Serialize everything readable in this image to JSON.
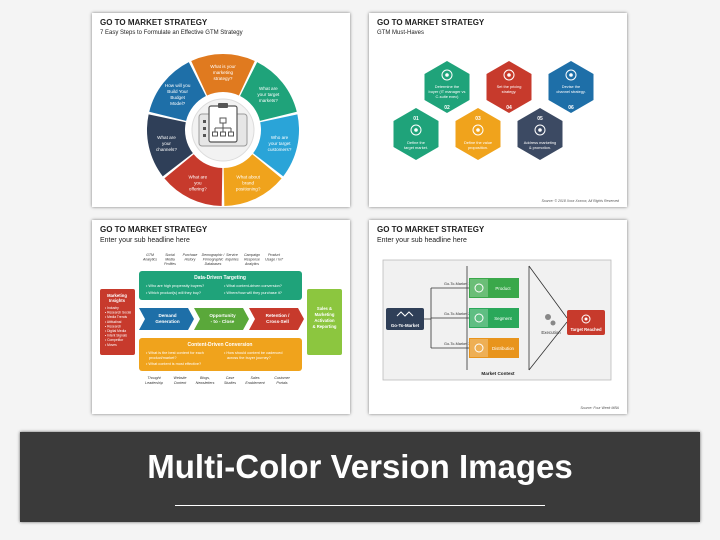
{
  "slides": [
    {
      "title": "GO TO MARKET STRATEGY",
      "subtitle": "7 Easy Steps to Formulate an Effective GTM Strategy",
      "segments": [
        {
          "l1": "What is your",
          "l2": "marketing",
          "l3": "strategy?",
          "color": "#e07a1f"
        },
        {
          "l1": "What are",
          "l2": "your target",
          "l3": "markets?",
          "color": "#1fa37a"
        },
        {
          "l1": "Who are",
          "l2": "your target",
          "l3": "customers?",
          "color": "#2aa4d8"
        },
        {
          "l1": "What about",
          "l2": "brand",
          "l3": "positioning?",
          "color": "#f0a31c"
        },
        {
          "l1": "What are",
          "l2": "you",
          "l3": "offering?",
          "color": "#c73a2c"
        },
        {
          "l1": "What are",
          "l2": "your",
          "l3": "channels?",
          "color": "#2f3f58"
        },
        {
          "l1": "How will you",
          "l2": "Build Your",
          "l3": "Budget",
          "l4": "Model?",
          "color": "#1e6fa8"
        }
      ]
    },
    {
      "title": "GTM Must-Haves",
      "header": "GO TO MARKET STRATEGY",
      "source": "Source: © 2018 Xxxx Xxxxxx, All Rights Reserved",
      "hexes": [
        {
          "num": "01",
          "l1": "Define the",
          "l2": "target market.",
          "color": "#1fa37a"
        },
        {
          "num": "02",
          "l1": "Determine the",
          "l2": "buyer (IT manager vs",
          "l3": "C-suite exec)",
          "color": "#1fa37a"
        },
        {
          "num": "03",
          "l1": "Define the value",
          "l2": "proposition.",
          "color": "#f0a31c"
        },
        {
          "num": "04",
          "l1": "Set the pricing",
          "l2": "strategy.",
          "color": "#c73a2c"
        },
        {
          "num": "05",
          "l1": "Address marketing",
          "l2": "& promotion.",
          "color": "#3c4a63"
        },
        {
          "num": "06",
          "l1": "Devise the",
          "l2": "channel strategy.",
          "color": "#1e6fa8"
        }
      ]
    },
    {
      "title": "GO TO MARKET STRATEGY",
      "subtitle": "Enter your sub headline here",
      "top_labels": [
        [
          "GTM",
          "Analytics"
        ],
        [
          "Social",
          "Media",
          "Profiles"
        ],
        [
          "Purchase",
          "History"
        ],
        [
          "Demographic /",
          "Firmographic",
          "Databases"
        ],
        [
          "Service",
          "Inquiries"
        ],
        [
          "Campaign",
          "Response",
          "Analytics"
        ],
        [
          "Product",
          "Usage / IoT"
        ]
      ],
      "insights": {
        "title1": "Marketing",
        "title2": "Insights",
        "items": [
          "Industry",
          "Research Social",
          "Media Trends",
          "Attitudinal",
          "Research",
          "Digital Media",
          "Intent Signals",
          "Competitor",
          "Moves"
        ]
      },
      "ddt": {
        "title": "Data-Driven Targeting",
        "q1": "Who are high propensity buyers?",
        "q2": "Which product(s) will they buy?",
        "q3": "What content-driven conversion?",
        "q4": "Where/how will they purchase it?"
      },
      "arrows": [
        {
          "l1": "Demand",
          "l2": "Generation"
        },
        {
          "l1": "Opportunity",
          "l2": "- to - Close"
        },
        {
          "l1": "Retention /",
          "l2": "Cross-Sell"
        }
      ],
      "cdc": {
        "title": "Content-Driven Conversion",
        "q1": "What is the best content for each",
        "q1b": "product/market?",
        "q2": "How should content be cadenced",
        "q2b": "across the buyer journey?",
        "q3": "What content is most effective?"
      },
      "sales": {
        "l1": "Sales &",
        "l2": "Marketing",
        "l3": "Activation",
        "l4": "& Reporting"
      },
      "bottom_labels": [
        [
          "Thought",
          "Leadership"
        ],
        [
          "Website",
          "Content"
        ],
        [
          "Blogs,",
          "Newsletters"
        ],
        [
          "Case",
          "Studies"
        ],
        [
          "Sales",
          "Enablement"
        ],
        [
          "Customer",
          "Portals"
        ]
      ]
    },
    {
      "title": "GO TO MARKET STRATEGY",
      "subtitle": "Enter your sub headline here",
      "source": "Source: Four Week MBA",
      "center_label": "Go-To-Market",
      "routes": [
        "Go-To-Market 1",
        "Go-To-Market 2",
        "Go-To-Market 3"
      ],
      "boxes": [
        {
          "label": "Product",
          "color": "#3aa84a"
        },
        {
          "label": "Segment",
          "color": "#2aa85a"
        },
        {
          "label": "Distribution",
          "color": "#e8941c"
        }
      ],
      "context_label": "Market Context",
      "execution_label": "Execution",
      "target_label": "Target Reached"
    }
  ],
  "banner": {
    "title": "Multi-Color Version Images"
  }
}
